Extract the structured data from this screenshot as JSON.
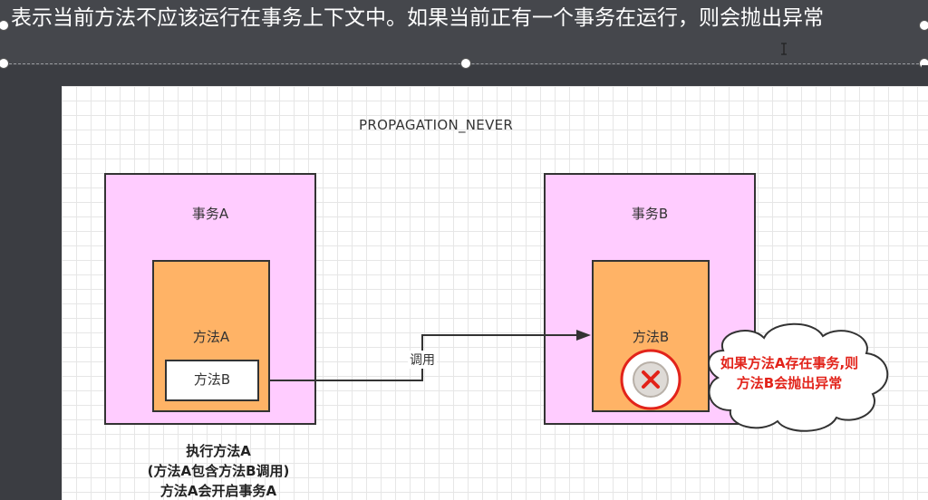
{
  "editor": {
    "selected_text": "表示当前方法不应该运行在事务上下文中。如果当前正有一个事务在运行，则会抛出异常"
  },
  "diagram": {
    "title": "PROPAGATION_NEVER",
    "transaction_a": {
      "label": "事务A",
      "method_label": "方法A",
      "inner_label": "方法B"
    },
    "transaction_b": {
      "label": "事务B",
      "method_label": "方法B"
    },
    "call_label": "调用",
    "caption": [
      "执行方法A",
      "(方法A包含方法B调用)",
      "方法A会开启事务A"
    ],
    "cloud_note": [
      "如果方法A存在事务,则",
      "方法B会抛出异常"
    ]
  },
  "colors": {
    "transaction_fill": "#ffccff",
    "method_fill": "#ffb366",
    "error_text": "#e2231a"
  }
}
